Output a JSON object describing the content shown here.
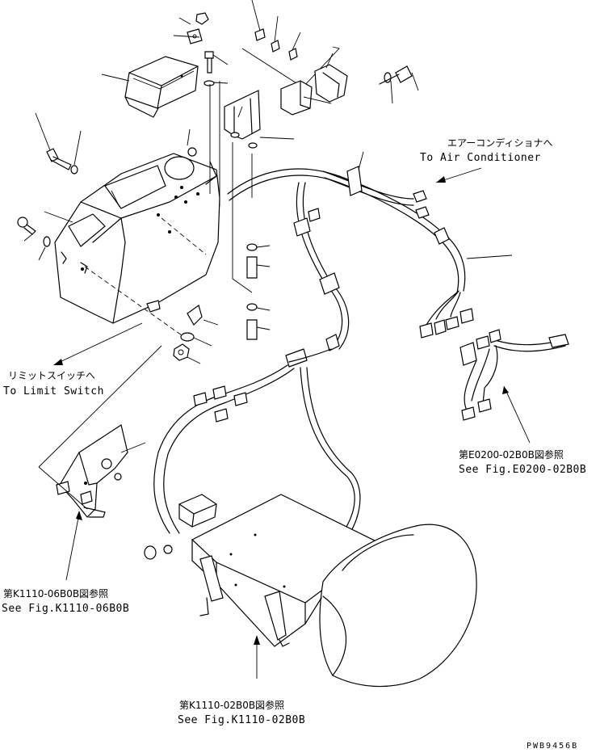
{
  "references": {
    "air_conditioner": {
      "jp": "エアーコンディショナへ",
      "en": "To Air Conditioner"
    },
    "limit_switch": {
      "jp": "リミットスイッチへ",
      "en": "To Limit Switch"
    },
    "fig_e0200": {
      "jp": "第E0200-02B0B図参照",
      "en": "See Fig.E0200-02B0B"
    },
    "fig_k1110_06": {
      "jp": "第K1110-06B0B図参照",
      "en": "See Fig.K1110-06B0B"
    },
    "fig_k1110_02": {
      "jp": "第K1110-02B0B図参照",
      "en": "See Fig.K1110-02B0B"
    }
  },
  "drawing_code": "PWB9456B"
}
